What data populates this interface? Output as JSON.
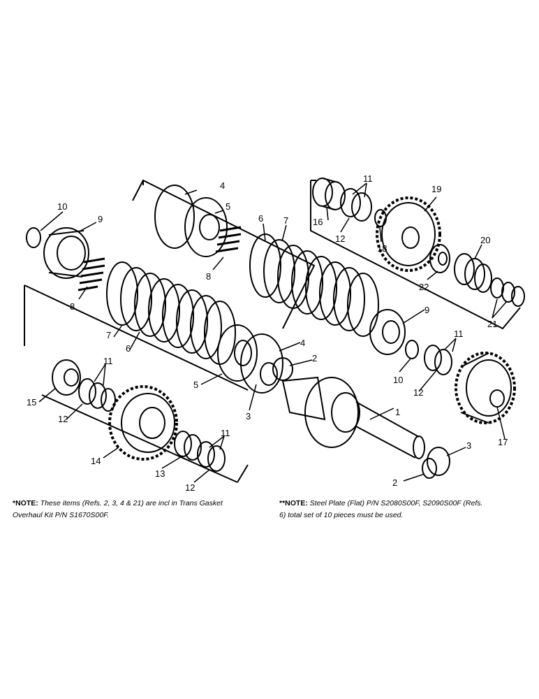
{
  "callouts": [
    {
      "id": "4a",
      "text": "4"
    },
    {
      "id": "5a",
      "text": "5"
    },
    {
      "id": "6a",
      "text": "6"
    },
    {
      "id": "7a",
      "text": "7"
    },
    {
      "id": "11a",
      "text": "11"
    },
    {
      "id": "19",
      "text": "19"
    },
    {
      "id": "10a",
      "text": "10"
    },
    {
      "id": "9a",
      "text": "9"
    },
    {
      "id": "16",
      "text": "16"
    },
    {
      "id": "12a",
      "text": "12"
    },
    {
      "id": "18",
      "text": "18"
    },
    {
      "id": "20",
      "text": "20"
    },
    {
      "id": "8a",
      "text": "8"
    },
    {
      "id": "8b",
      "text": "8"
    },
    {
      "id": "22",
      "text": "22"
    },
    {
      "id": "21",
      "text": "21"
    },
    {
      "id": "9b",
      "text": "9"
    },
    {
      "id": "7b",
      "text": "7"
    },
    {
      "id": "6b",
      "text": "6"
    },
    {
      "id": "4b",
      "text": "4"
    },
    {
      "id": "2a",
      "text": "2"
    },
    {
      "id": "5b",
      "text": "5"
    },
    {
      "id": "11b",
      "text": "11"
    },
    {
      "id": "10b",
      "text": "10"
    },
    {
      "id": "11c",
      "text": "11"
    },
    {
      "id": "12b",
      "text": "12"
    },
    {
      "id": "15",
      "text": "15"
    },
    {
      "id": "12c",
      "text": "12"
    },
    {
      "id": "3a",
      "text": "3"
    },
    {
      "id": "1",
      "text": "1"
    },
    {
      "id": "14",
      "text": "14"
    },
    {
      "id": "11d",
      "text": "11"
    },
    {
      "id": "13",
      "text": "13"
    },
    {
      "id": "17",
      "text": "17"
    },
    {
      "id": "3b",
      "text": "3"
    },
    {
      "id": "2b",
      "text": "2"
    },
    {
      "id": "12d",
      "text": "12"
    }
  ],
  "notes": {
    "left": {
      "prefix": "*NOTE:",
      "line1": " These items (Refs. 2, 3, 4 & 21) are incl in Trans Gasket",
      "line2": "Overhaul Kit P/N S1670S00F."
    },
    "right": {
      "prefix": "**NOTE:",
      "line1": " Steel Plate (Flat) P/N S2080S00F, S2090S00F (Refs.",
      "line2": "6) total set of 10 pieces must be used."
    }
  }
}
